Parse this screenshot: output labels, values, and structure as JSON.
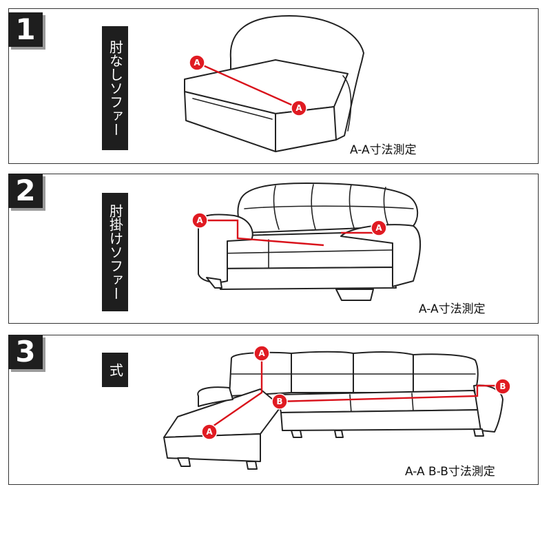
{
  "sections": [
    {
      "number": "1",
      "label": "肘なしソファー",
      "caption": "A-A寸法測定",
      "marker_start": "A",
      "marker_end": "A"
    },
    {
      "number": "2",
      "label": "肘掛けソファー",
      "caption": "A-A寸法測定",
      "marker_start": "A",
      "marker_end": "A"
    },
    {
      "number": "3",
      "label": "式",
      "caption": "A-A B-B寸法測定",
      "marker_a1": "A",
      "marker_a2": "A",
      "marker_b1": "B",
      "marker_b2": "B"
    }
  ],
  "colors": {
    "measure_line": "#d9121b",
    "marker": "#e01b22",
    "badge": "#1e1e1e"
  }
}
